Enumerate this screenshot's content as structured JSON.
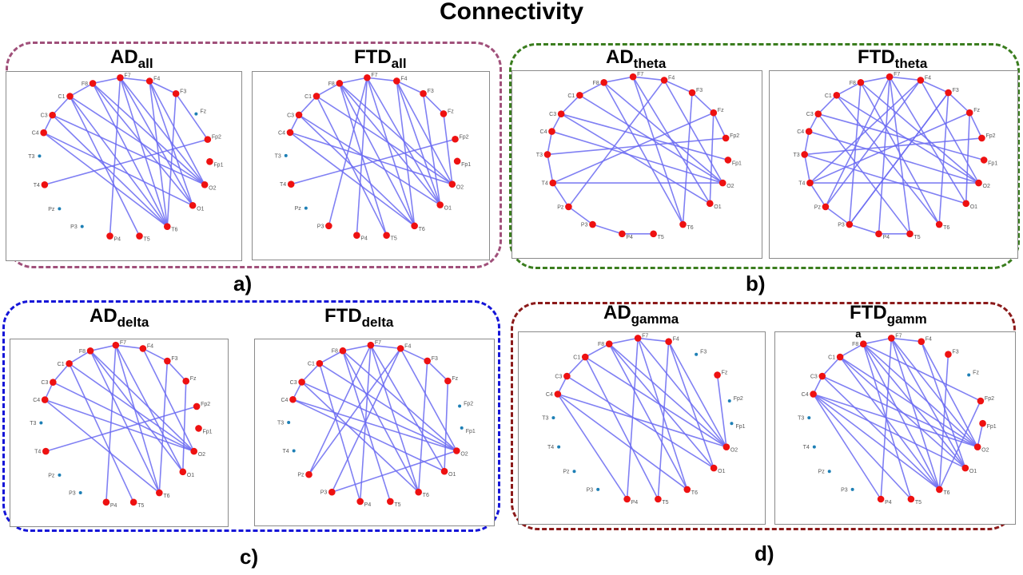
{
  "title": "Connectivity",
  "colors": {
    "edge": "#6b6bf2",
    "node_active": "#ee1111",
    "node_inactive": "#1d7fb5",
    "group_all": "#a0507a",
    "group_theta": "#3a7d1e",
    "group_delta": "#1515d8",
    "group_gamma": "#8b1a1a"
  },
  "channels": [
    "F7",
    "F4",
    "F3",
    "Fz",
    "Fp2",
    "Fp1",
    "O2",
    "O1",
    "T6",
    "T5",
    "P4",
    "P3",
    "Pz",
    "T4",
    "T3",
    "C4",
    "C3",
    "C1",
    "F8"
  ],
  "groups": [
    {
      "letter": "a)",
      "color_key": "group_all"
    },
    {
      "letter": "b)",
      "color_key": "group_theta"
    },
    {
      "letter": "c)",
      "color_key": "group_delta"
    },
    {
      "letter": "d)",
      "color_key": "group_gamma"
    }
  ],
  "panels": [
    {
      "label": "AD",
      "sub": "all",
      "active": [
        "F7",
        "F4",
        "F3",
        "Fp2",
        "Fp1",
        "O2",
        "O1",
        "T6",
        "T5",
        "P4",
        "T4",
        "C4",
        "C3",
        "C1",
        "F8"
      ],
      "edges": [
        [
          "F8",
          "F7"
        ],
        [
          "F7",
          "F4"
        ],
        [
          "F4",
          "F3"
        ],
        [
          "F3",
          "Fp2"
        ],
        [
          "C1",
          "F8"
        ],
        [
          "C3",
          "C1"
        ],
        [
          "C4",
          "C3"
        ],
        [
          "F8",
          "O2"
        ],
        [
          "F8",
          "T6"
        ],
        [
          "F8",
          "O1"
        ],
        [
          "F7",
          "O1"
        ],
        [
          "F7",
          "T6"
        ],
        [
          "F7",
          "P4"
        ],
        [
          "F4",
          "T6"
        ],
        [
          "F4",
          "O1"
        ],
        [
          "F3",
          "T6"
        ],
        [
          "C1",
          "O2"
        ],
        [
          "C1",
          "T5"
        ],
        [
          "C3",
          "O2"
        ],
        [
          "C3",
          "T6"
        ],
        [
          "C4",
          "O1"
        ],
        [
          "C4",
          "T6"
        ],
        [
          "T4",
          "Fp2"
        ],
        [
          "F7",
          "O2"
        ],
        [
          "F4",
          "O2"
        ],
        [
          "C1",
          "T6"
        ]
      ]
    },
    {
      "label": "FTD",
      "sub": "all",
      "active": [
        "F7",
        "F4",
        "F3",
        "Fz",
        "Fp2",
        "Fp1",
        "O2",
        "O1",
        "T6",
        "T5",
        "P4",
        "P3",
        "T4",
        "C4",
        "C3",
        "C1",
        "F8"
      ],
      "edges": [
        [
          "F8",
          "F7"
        ],
        [
          "F7",
          "F4"
        ],
        [
          "F4",
          "F3"
        ],
        [
          "F3",
          "Fz"
        ],
        [
          "C1",
          "F8"
        ],
        [
          "C3",
          "C1"
        ],
        [
          "C4",
          "C3"
        ],
        [
          "F8",
          "O2"
        ],
        [
          "F8",
          "T6"
        ],
        [
          "F8",
          "O1"
        ],
        [
          "F7",
          "O1"
        ],
        [
          "F7",
          "T6"
        ],
        [
          "F7",
          "P4"
        ],
        [
          "F7",
          "P3"
        ],
        [
          "F4",
          "T6"
        ],
        [
          "F4",
          "O2"
        ],
        [
          "F3",
          "O1"
        ],
        [
          "Fz",
          "O2"
        ],
        [
          "C1",
          "O2"
        ],
        [
          "C1",
          "T5"
        ],
        [
          "C3",
          "O1"
        ],
        [
          "C3",
          "T6"
        ],
        [
          "C4",
          "O2"
        ],
        [
          "C4",
          "T6"
        ],
        [
          "T4",
          "Fp2"
        ],
        [
          "F8",
          "T5"
        ],
        [
          "F4",
          "O1"
        ]
      ]
    },
    {
      "label": "AD",
      "sub": "theta",
      "active": [
        "F7",
        "F4",
        "F3",
        "Fz",
        "Fp2",
        "Fp1",
        "O2",
        "O1",
        "T6",
        "T5",
        "P4",
        "P3",
        "Pz",
        "T4",
        "T3",
        "C4",
        "C3",
        "C1",
        "F8"
      ],
      "edges": [
        [
          "F8",
          "F7"
        ],
        [
          "F7",
          "F4"
        ],
        [
          "F4",
          "F3"
        ],
        [
          "F3",
          "Fz"
        ],
        [
          "Fz",
          "Fp2"
        ],
        [
          "C1",
          "F8"
        ],
        [
          "C3",
          "C1"
        ],
        [
          "C4",
          "C3"
        ],
        [
          "T3",
          "C4"
        ],
        [
          "T4",
          "T3"
        ],
        [
          "Pz",
          "T4"
        ],
        [
          "P3",
          "Pz"
        ],
        [
          "P4",
          "P3"
        ],
        [
          "T5",
          "P4"
        ],
        [
          "F8",
          "O2"
        ],
        [
          "F7",
          "O1"
        ],
        [
          "F7",
          "T6"
        ],
        [
          "F4",
          "O2"
        ],
        [
          "F3",
          "T6"
        ],
        [
          "Fz",
          "O1"
        ],
        [
          "C1",
          "O2"
        ],
        [
          "C3",
          "Fp1"
        ],
        [
          "C4",
          "O2"
        ],
        [
          "T3",
          "Fp2"
        ],
        [
          "T4",
          "Fz"
        ],
        [
          "Pz",
          "F4"
        ],
        [
          "F8",
          "T6"
        ],
        [
          "T4",
          "O2"
        ],
        [
          "C3",
          "O1"
        ]
      ]
    },
    {
      "label": "FTD",
      "sub": "theta",
      "active": [
        "F7",
        "F4",
        "F3",
        "Fz",
        "Fp2",
        "Fp1",
        "O2",
        "O1",
        "T6",
        "T5",
        "P4",
        "P3",
        "Pz",
        "T4",
        "T3",
        "C4",
        "C3",
        "C1",
        "F8"
      ],
      "edges": [
        [
          "F8",
          "F7"
        ],
        [
          "F7",
          "F4"
        ],
        [
          "F4",
          "F3"
        ],
        [
          "F3",
          "Fz"
        ],
        [
          "Fz",
          "Fp2"
        ],
        [
          "C1",
          "F8"
        ],
        [
          "C3",
          "C1"
        ],
        [
          "C4",
          "C3"
        ],
        [
          "T3",
          "C4"
        ],
        [
          "T4",
          "T3"
        ],
        [
          "Pz",
          "T4"
        ],
        [
          "P3",
          "Pz"
        ],
        [
          "P4",
          "P3"
        ],
        [
          "T5",
          "P4"
        ],
        [
          "F8",
          "O2"
        ],
        [
          "F8",
          "T6"
        ],
        [
          "F7",
          "O1"
        ],
        [
          "F7",
          "P4"
        ],
        [
          "F7",
          "T5"
        ],
        [
          "F4",
          "O2"
        ],
        [
          "F4",
          "Pz"
        ],
        [
          "F3",
          "T6"
        ],
        [
          "F3",
          "P3"
        ],
        [
          "Fz",
          "O1"
        ],
        [
          "Fz",
          "T4"
        ],
        [
          "C1",
          "O2"
        ],
        [
          "C1",
          "T6"
        ],
        [
          "C3",
          "Fp1"
        ],
        [
          "C4",
          "O2"
        ],
        [
          "T3",
          "Fp2"
        ],
        [
          "T4",
          "F4"
        ],
        [
          "Pz",
          "F7"
        ],
        [
          "P3",
          "F3"
        ],
        [
          "T3",
          "O1"
        ],
        [
          "C3",
          "T5"
        ],
        [
          "T4",
          "O2"
        ],
        [
          "F8",
          "P3"
        ]
      ]
    },
    {
      "label": "AD",
      "sub": "delta",
      "active": [
        "F7",
        "F4",
        "F3",
        "Fz",
        "Fp2",
        "Fp1",
        "O2",
        "O1",
        "T6",
        "T5",
        "P4",
        "T4",
        "C4",
        "C3",
        "C1",
        "F8"
      ],
      "edges": [
        [
          "F8",
          "F7"
        ],
        [
          "F7",
          "F4"
        ],
        [
          "F4",
          "F3"
        ],
        [
          "F3",
          "Fz"
        ],
        [
          "C1",
          "F8"
        ],
        [
          "C3",
          "C1"
        ],
        [
          "C4",
          "C3"
        ],
        [
          "F8",
          "O2"
        ],
        [
          "F8",
          "T6"
        ],
        [
          "F7",
          "O1"
        ],
        [
          "F7",
          "P4"
        ],
        [
          "F4",
          "O2"
        ],
        [
          "F3",
          "T6"
        ],
        [
          "Fz",
          "O1"
        ],
        [
          "C1",
          "O2"
        ],
        [
          "C1",
          "T5"
        ],
        [
          "C3",
          "O2"
        ],
        [
          "C4",
          "O2"
        ],
        [
          "C4",
          "T6"
        ],
        [
          "T4",
          "Fp2"
        ],
        [
          "F8",
          "O1"
        ],
        [
          "F7",
          "T6"
        ]
      ]
    },
    {
      "label": "FTD",
      "sub": "delta",
      "active": [
        "F7",
        "F4",
        "F3",
        "Fz",
        "O2",
        "O1",
        "T6",
        "T5",
        "P4",
        "P3",
        "Pz",
        "C4",
        "C3",
        "C1",
        "F8"
      ],
      "edges": [
        [
          "F8",
          "F7"
        ],
        [
          "F7",
          "F4"
        ],
        [
          "F4",
          "F3"
        ],
        [
          "F3",
          "Fz"
        ],
        [
          "C1",
          "F8"
        ],
        [
          "C3",
          "C1"
        ],
        [
          "C4",
          "C3"
        ],
        [
          "F8",
          "O2"
        ],
        [
          "F8",
          "T6"
        ],
        [
          "F8",
          "T5"
        ],
        [
          "F7",
          "O1"
        ],
        [
          "F7",
          "P4"
        ],
        [
          "F4",
          "O2"
        ],
        [
          "F4",
          "Pz"
        ],
        [
          "F4",
          "P3"
        ],
        [
          "F3",
          "T6"
        ],
        [
          "Fz",
          "O1"
        ],
        [
          "C1",
          "O2"
        ],
        [
          "C1",
          "P4"
        ],
        [
          "C3",
          "O2"
        ],
        [
          "C3",
          "T6"
        ],
        [
          "C4",
          "O1"
        ],
        [
          "C4",
          "O2"
        ],
        [
          "Pz",
          "F7"
        ],
        [
          "P3",
          "O2"
        ],
        [
          "F7",
          "T6"
        ]
      ]
    },
    {
      "label": "AD",
      "sub": "gamma",
      "active": [
        "F7",
        "F4",
        "Fz",
        "O2",
        "O1",
        "T6",
        "T5",
        "P4",
        "C4",
        "C3",
        "C1",
        "F8"
      ],
      "edges": [
        [
          "F8",
          "F7"
        ],
        [
          "F7",
          "F4"
        ],
        [
          "C1",
          "F8"
        ],
        [
          "C3",
          "C1"
        ],
        [
          "C4",
          "C3"
        ],
        [
          "F8",
          "O2"
        ],
        [
          "F8",
          "O1"
        ],
        [
          "F8",
          "T6"
        ],
        [
          "F7",
          "O2"
        ],
        [
          "F7",
          "T6"
        ],
        [
          "F4",
          "O2"
        ],
        [
          "F4",
          "O1"
        ],
        [
          "Fz",
          "O2"
        ],
        [
          "C1",
          "O2"
        ],
        [
          "C1",
          "T5"
        ],
        [
          "C3",
          "O1"
        ],
        [
          "C4",
          "O2"
        ],
        [
          "C4",
          "P4"
        ],
        [
          "C4",
          "T6"
        ],
        [
          "F7",
          "P4"
        ],
        [
          "F4",
          "T5"
        ]
      ]
    },
    {
      "label": "FTD",
      "sub": "gamm",
      "annotation": "a",
      "active": [
        "F7",
        "F4",
        "F3",
        "Fp2",
        "Fp1",
        "O2",
        "O1",
        "T6",
        "T5",
        "P4",
        "C4",
        "C3",
        "C1",
        "F8"
      ],
      "edges": [
        [
          "F8",
          "F7"
        ],
        [
          "F7",
          "F4"
        ],
        [
          "C1",
          "F8"
        ],
        [
          "C3",
          "C1"
        ],
        [
          "C4",
          "C3"
        ],
        [
          "F8",
          "O2"
        ],
        [
          "F8",
          "O1"
        ],
        [
          "F8",
          "T6"
        ],
        [
          "F8",
          "Fp2"
        ],
        [
          "F7",
          "O2"
        ],
        [
          "F7",
          "O1"
        ],
        [
          "F7",
          "T6"
        ],
        [
          "F4",
          "O2"
        ],
        [
          "F4",
          "O1"
        ],
        [
          "F3",
          "T6"
        ],
        [
          "C1",
          "O2"
        ],
        [
          "C1",
          "O1"
        ],
        [
          "C1",
          "T6"
        ],
        [
          "C3",
          "O2"
        ],
        [
          "C3",
          "T6"
        ],
        [
          "C4",
          "O2"
        ],
        [
          "C4",
          "O1"
        ],
        [
          "C4",
          "T6"
        ],
        [
          "C4",
          "P4"
        ],
        [
          "C4",
          "T5"
        ],
        [
          "F8",
          "T5"
        ],
        [
          "F7",
          "P4"
        ],
        [
          "Fp1",
          "O2"
        ],
        [
          "Fp2",
          "T6"
        ]
      ]
    }
  ]
}
